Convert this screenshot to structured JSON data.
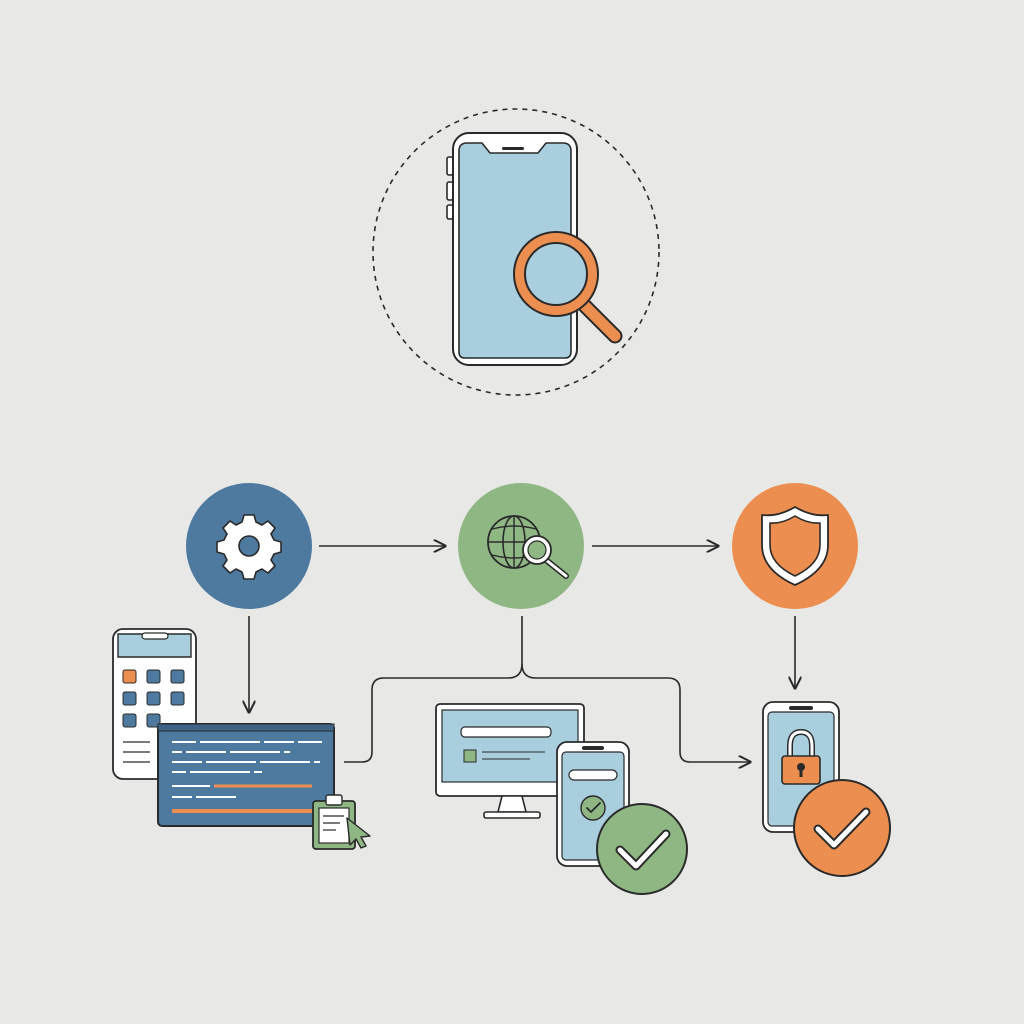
{
  "diagram": {
    "hero": {
      "icon": "phone-magnifier-icon"
    },
    "stages": [
      {
        "id": "configure",
        "icon": "gear-icon",
        "color": "#4f7aa0"
      },
      {
        "id": "analyze",
        "icon": "globe-search-icon",
        "color": "#8fb784"
      },
      {
        "id": "secure",
        "icon": "shield-icon",
        "color": "#ec8e4f"
      }
    ],
    "outputs": [
      {
        "id": "code-review",
        "icons": [
          "phone-grid-icon",
          "code-panel-icon",
          "clipboard-icon"
        ]
      },
      {
        "id": "cross-device-check",
        "icons": [
          "monitor-icon",
          "phone-check-icon",
          "green-check-icon"
        ]
      },
      {
        "id": "secured-app",
        "icons": [
          "phone-lock-icon",
          "orange-check-icon"
        ]
      }
    ]
  },
  "colors": {
    "background": "#e8e8e6",
    "ink": "#2a2a2a",
    "screen": "#a9cedd",
    "blue": "#4f7aa0",
    "green": "#8fb784",
    "orange": "#ec8e4f",
    "white": "#ffffff"
  }
}
